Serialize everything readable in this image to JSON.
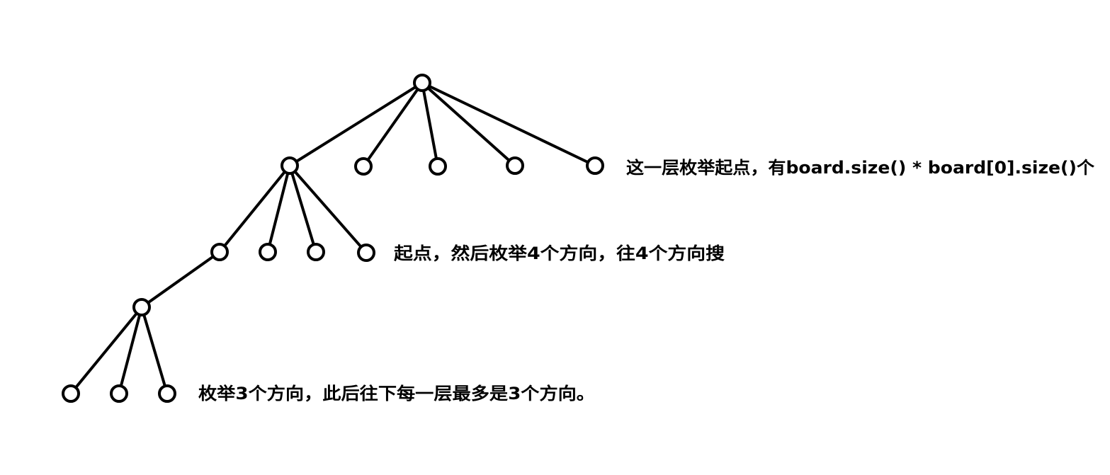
{
  "tree": {
    "levels": [
      {
        "annotation": "这一层枚举起点，有board.size() * board[0].size()个"
      },
      {
        "annotation": "起点，然后枚举4个方向，往4个方向搜"
      },
      {
        "annotation": "枚举3个方向，此后往下每一层最多是3个方向。"
      }
    ]
  }
}
